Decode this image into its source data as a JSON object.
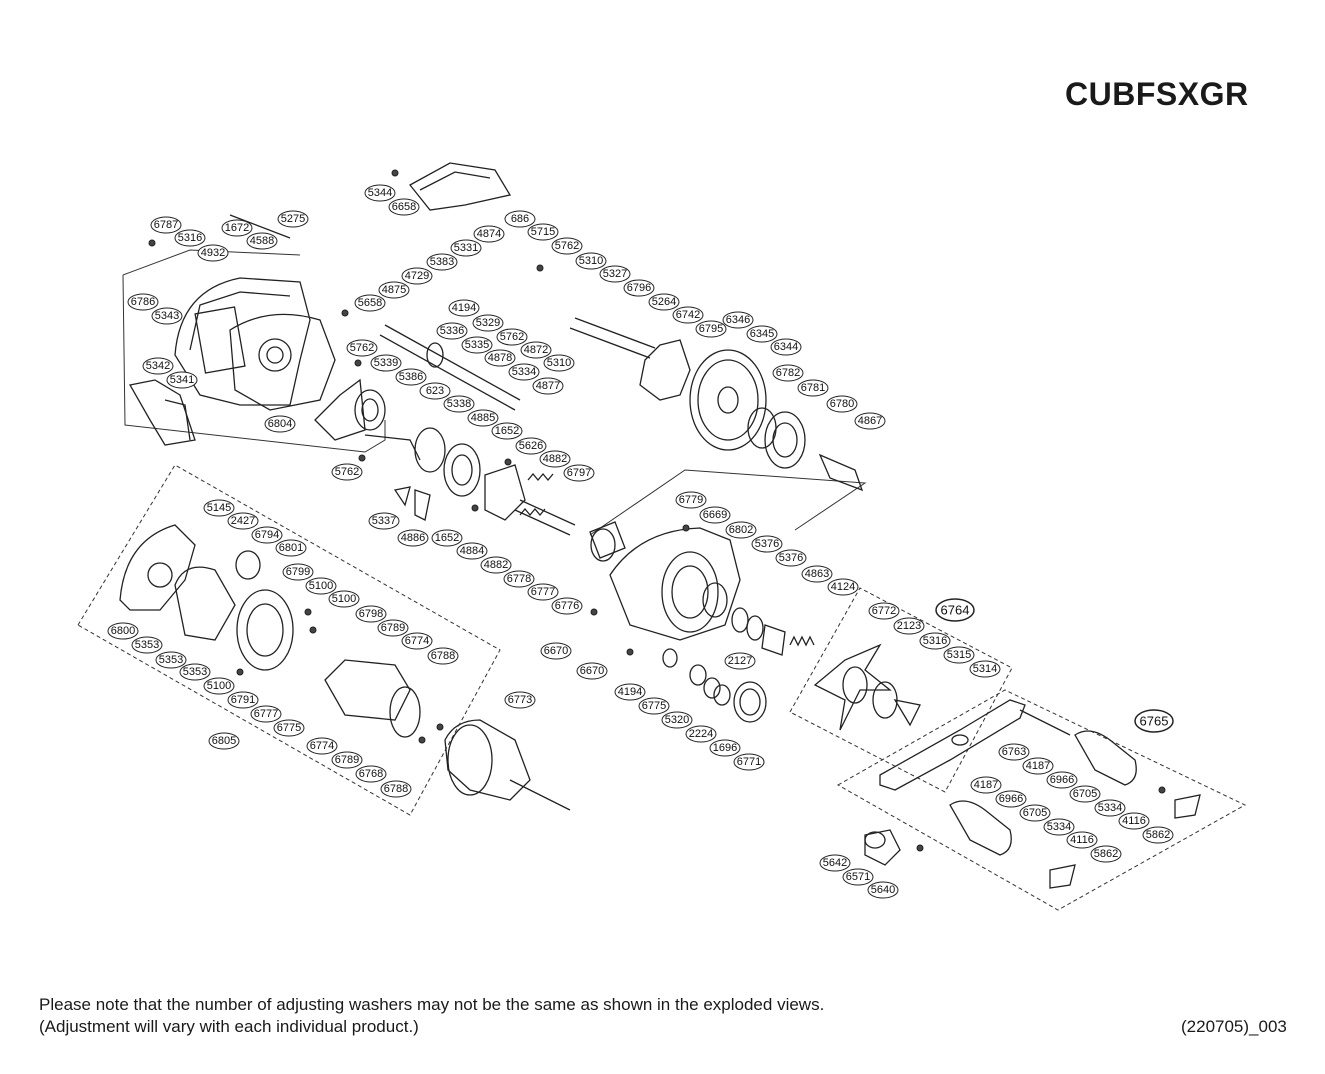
{
  "title": "CUBFSXGR",
  "note_line1": "Please note that the number of adjusting washers may not be the same as shown in the exploded views.",
  "note_line2": "(Adjustment will vary with each individual product.)",
  "code": "(220705)_003",
  "parts": [
    {
      "id": "5344"
    },
    {
      "id": "6658"
    },
    {
      "id": "5275"
    },
    {
      "id": "6787"
    },
    {
      "id": "1672"
    },
    {
      "id": "5316"
    },
    {
      "id": "4588"
    },
    {
      "id": "4932"
    },
    {
      "id": "686"
    },
    {
      "id": "4874"
    },
    {
      "id": "5715"
    },
    {
      "id": "5331"
    },
    {
      "id": "5762"
    },
    {
      "id": "5383"
    },
    {
      "id": "5310"
    },
    {
      "id": "4729"
    },
    {
      "id": "5327"
    },
    {
      "id": "4875"
    },
    {
      "id": "6796"
    },
    {
      "id": "6786"
    },
    {
      "id": "5658"
    },
    {
      "id": "4194"
    },
    {
      "id": "5264"
    },
    {
      "id": "5343"
    },
    {
      "id": "5329"
    },
    {
      "id": "6742"
    },
    {
      "id": "6346"
    },
    {
      "id": "5336"
    },
    {
      "id": "5762"
    },
    {
      "id": "6795"
    },
    {
      "id": "6345"
    },
    {
      "id": "4872"
    },
    {
      "id": "5762"
    },
    {
      "id": "5335"
    },
    {
      "id": "6344"
    },
    {
      "id": "4878"
    },
    {
      "id": "5310"
    },
    {
      "id": "5339"
    },
    {
      "id": "5342"
    },
    {
      "id": "5334"
    },
    {
      "id": "6782"
    },
    {
      "id": "5386"
    },
    {
      "id": "4877"
    },
    {
      "id": "5341"
    },
    {
      "id": "6781"
    },
    {
      "id": "623"
    },
    {
      "id": "5338"
    },
    {
      "id": "6780"
    },
    {
      "id": "4885"
    },
    {
      "id": "6804"
    },
    {
      "id": "4867"
    },
    {
      "id": "1652"
    },
    {
      "id": "5626"
    },
    {
      "id": "4882"
    },
    {
      "id": "5762"
    },
    {
      "id": "6797"
    },
    {
      "id": "6779"
    },
    {
      "id": "5145"
    },
    {
      "id": "5337"
    },
    {
      "id": "6669"
    },
    {
      "id": "2427"
    },
    {
      "id": "4886"
    },
    {
      "id": "1652"
    },
    {
      "id": "6802"
    },
    {
      "id": "6794"
    },
    {
      "id": "4884"
    },
    {
      "id": "6801"
    },
    {
      "id": "5376"
    },
    {
      "id": "4882"
    },
    {
      "id": "5376"
    },
    {
      "id": "6799"
    },
    {
      "id": "6778"
    },
    {
      "id": "4863"
    },
    {
      "id": "5100"
    },
    {
      "id": "6777"
    },
    {
      "id": "4124"
    },
    {
      "id": "5100"
    },
    {
      "id": "6776"
    },
    {
      "id": "6772"
    },
    {
      "id": "6764"
    },
    {
      "id": "6800"
    },
    {
      "id": "6798"
    },
    {
      "id": "2123"
    },
    {
      "id": "5353"
    },
    {
      "id": "6789"
    },
    {
      "id": "6670"
    },
    {
      "id": "5316"
    },
    {
      "id": "5353"
    },
    {
      "id": "6774"
    },
    {
      "id": "6670"
    },
    {
      "id": "5315"
    },
    {
      "id": "5353"
    },
    {
      "id": "6788"
    },
    {
      "id": "2127"
    },
    {
      "id": "5314"
    },
    {
      "id": "5100"
    },
    {
      "id": "4194"
    },
    {
      "id": "6791"
    },
    {
      "id": "6773"
    },
    {
      "id": "6775"
    },
    {
      "id": "6777"
    },
    {
      "id": "5320"
    },
    {
      "id": "6775"
    },
    {
      "id": "6805"
    },
    {
      "id": "2224"
    },
    {
      "id": "6765"
    },
    {
      "id": "6774"
    },
    {
      "id": "1696"
    },
    {
      "id": "6763"
    },
    {
      "id": "6789"
    },
    {
      "id": "6771"
    },
    {
      "id": "4187"
    },
    {
      "id": "6768"
    },
    {
      "id": "6966"
    },
    {
      "id": "6788"
    },
    {
      "id": "4187"
    },
    {
      "id": "6705"
    },
    {
      "id": "6966"
    },
    {
      "id": "5334"
    },
    {
      "id": "6705"
    },
    {
      "id": "4116"
    },
    {
      "id": "5334"
    },
    {
      "id": "5862"
    },
    {
      "id": "4116"
    },
    {
      "id": "5642"
    },
    {
      "id": "5862"
    },
    {
      "id": "6571"
    },
    {
      "id": "5640"
    }
  ]
}
